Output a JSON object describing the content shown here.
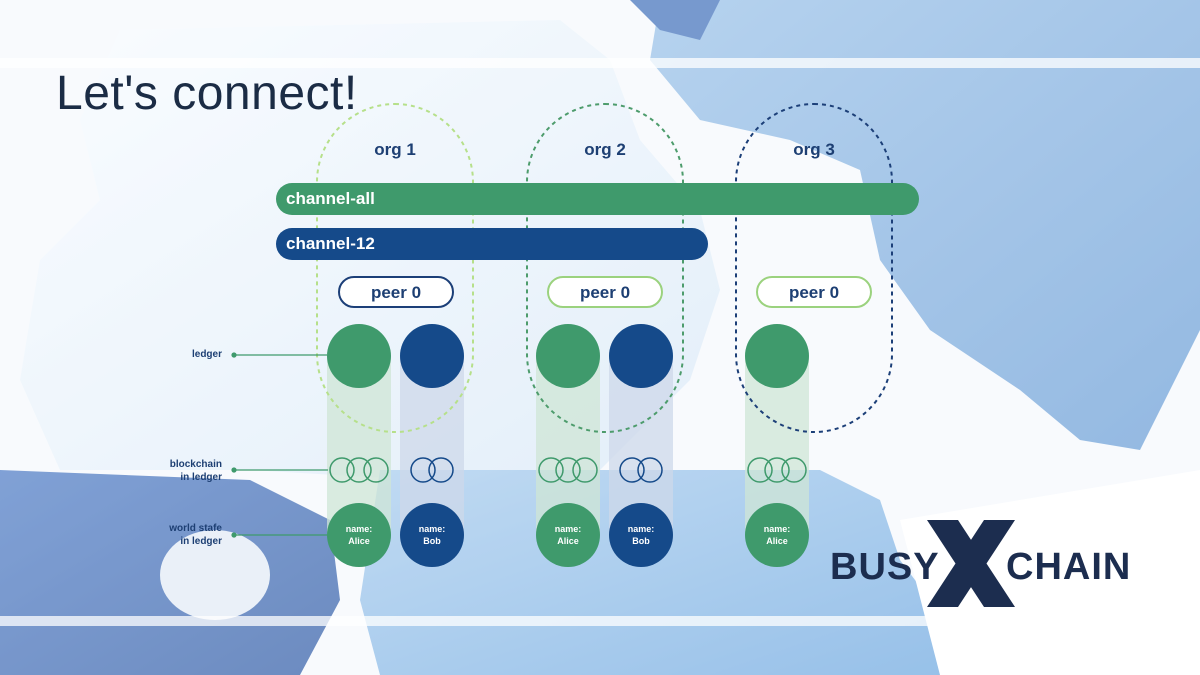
{
  "title": "Let's connect!",
  "orgs": [
    "org 1",
    "org 2",
    "org 3"
  ],
  "channels": {
    "all": "channel-all",
    "c12": "channel-12"
  },
  "peers": [
    "peer 0",
    "peer 0",
    "peer 0"
  ],
  "side_labels": {
    "ledger": "ledger",
    "blockchain_line1": "blockchain",
    "blockchain_line2": "in ledger",
    "world_line1": "world stafe",
    "world_line2": "in ledger"
  },
  "states": [
    {
      "line1": "name:",
      "line2": "Alice"
    },
    {
      "line1": "name:",
      "line2": "Bob"
    },
    {
      "line1": "name:",
      "line2": "Alice"
    },
    {
      "line1": "name:",
      "line2": "Bob"
    },
    {
      "line1": "name:",
      "line2": "Alice"
    }
  ],
  "brand": {
    "left": "BUSY",
    "right": "CHAIN"
  },
  "colors": {
    "green": "#3f9a6c",
    "navy": "#154a8a",
    "org1_outline": "#b6e08a",
    "org2_outline": "#4d9c6c",
    "org3_outline": "#1c3f78"
  }
}
